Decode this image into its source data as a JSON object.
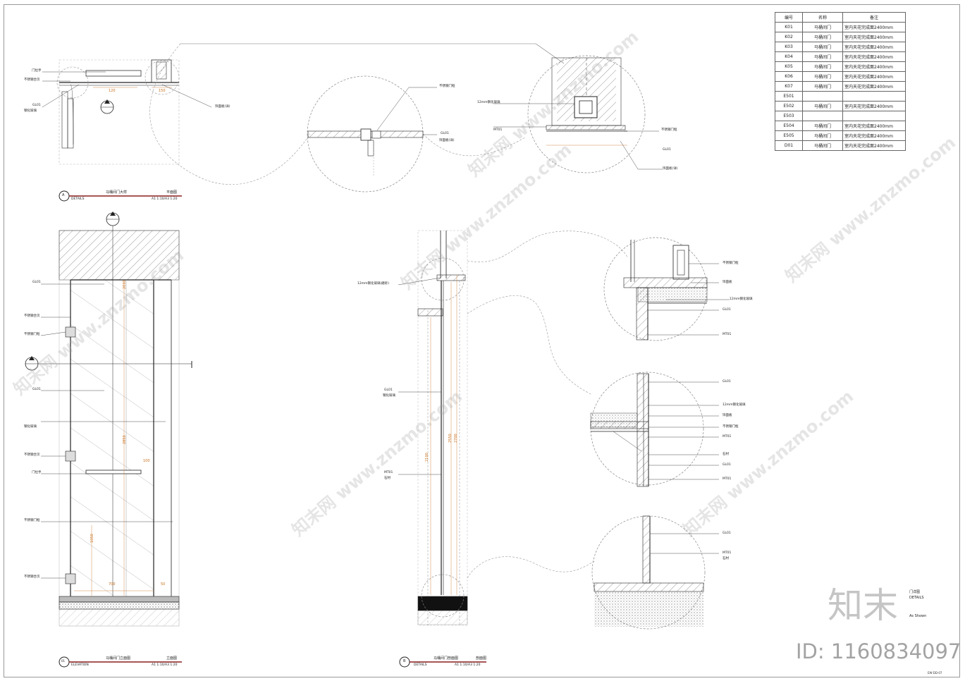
{
  "schedule": {
    "headers": [
      "编号",
      "名称",
      "备注"
    ],
    "rows": [
      [
        "K01",
        "马桶间门",
        "室内天花完成面2400mm"
      ],
      [
        "K02",
        "马桶间门",
        "室内天花完成面2400mm"
      ],
      [
        "K03",
        "马桶间门",
        "室内天花完成面2400mm"
      ],
      [
        "K04",
        "马桶间门",
        "室内天花完成面2400mm"
      ],
      [
        "K05",
        "马桶间门",
        "室内天花完成面2400mm"
      ],
      [
        "K06",
        "马桶间门",
        "室内天花完成面2400mm"
      ],
      [
        "K07",
        "马桶间门",
        "室内天花完成面2400mm"
      ],
      [
        "E501",
        "",
        ""
      ],
      [
        "E502",
        "马桶间门",
        "室内天花完成面2400mm"
      ],
      [
        "E503",
        "",
        ""
      ],
      [
        "E504",
        "马桶间门",
        "室内天花完成面2400mm"
      ],
      [
        "E505",
        "马桶间门",
        "室内天花完成面2400mm"
      ],
      [
        "D01",
        "马桶间门",
        "室内天花完成面2400mm"
      ]
    ]
  },
  "details_title": {
    "marker": "A",
    "name": "马桶间门大样",
    "word": "DETAILS",
    "scale": "A1 1:10/A3 1:20",
    "tag": "平面图"
  },
  "elevation_title": {
    "marker": "01",
    "name": "马桶间门立面图",
    "word": "ELEVATION",
    "scale": "A1 1:10/A3 1:20",
    "tag": "立面图"
  },
  "section_title": {
    "marker": "B",
    "name": "马桶间门剖面图",
    "word": "DETAILS",
    "scale": "A1 1:10/A3 1:20",
    "tag": "剖面图"
  },
  "plan_labels": [
    "门拉手",
    "不锈钢合页",
    "GL01",
    "钢化玻璃",
    "饰面板(详)"
  ],
  "elevation_labels": [
    "GL01",
    "不锈钢合页",
    "不锈钢门框",
    "GL01",
    "钢化玻璃",
    "不锈钢合页",
    "门拉手",
    "不锈钢门框",
    "不锈钢合页"
  ],
  "elevation_dims": [
    "2850",
    "2030",
    "1050",
    "700",
    "50",
    "120",
    "100",
    "150"
  ],
  "section_labels": [
    "12mm钢化玻璃(磨砂)",
    "GL01",
    "钢化玻璃",
    "MT01",
    "石材"
  ],
  "section_dims": [
    "2100",
    "2550",
    "2700"
  ],
  "circle_labels_a": [
    "不锈钢门框",
    "饰面板(详)",
    "12mm钢化玻璃",
    "GL01",
    "MT01"
  ],
  "circle_labels_b": [
    "饰面板",
    "12mm钢化玻璃",
    "不锈钢门框",
    "GL01",
    "MT01",
    "石材"
  ],
  "circle_labels_c": [
    "GL01",
    "MT01",
    "石材"
  ],
  "right_title": {
    "name": "门详图",
    "word": "DETAILS",
    "scale": "As Shown"
  },
  "sheet_code": "EW-DD-07",
  "watermark": {
    "text": "知末网 www.znzmo.com",
    "logo": "知末",
    "id": "ID: 1160834097"
  },
  "colors": {
    "dimension": "#c8701d",
    "title_bar": "#8b1e1e",
    "line": "#222222"
  }
}
